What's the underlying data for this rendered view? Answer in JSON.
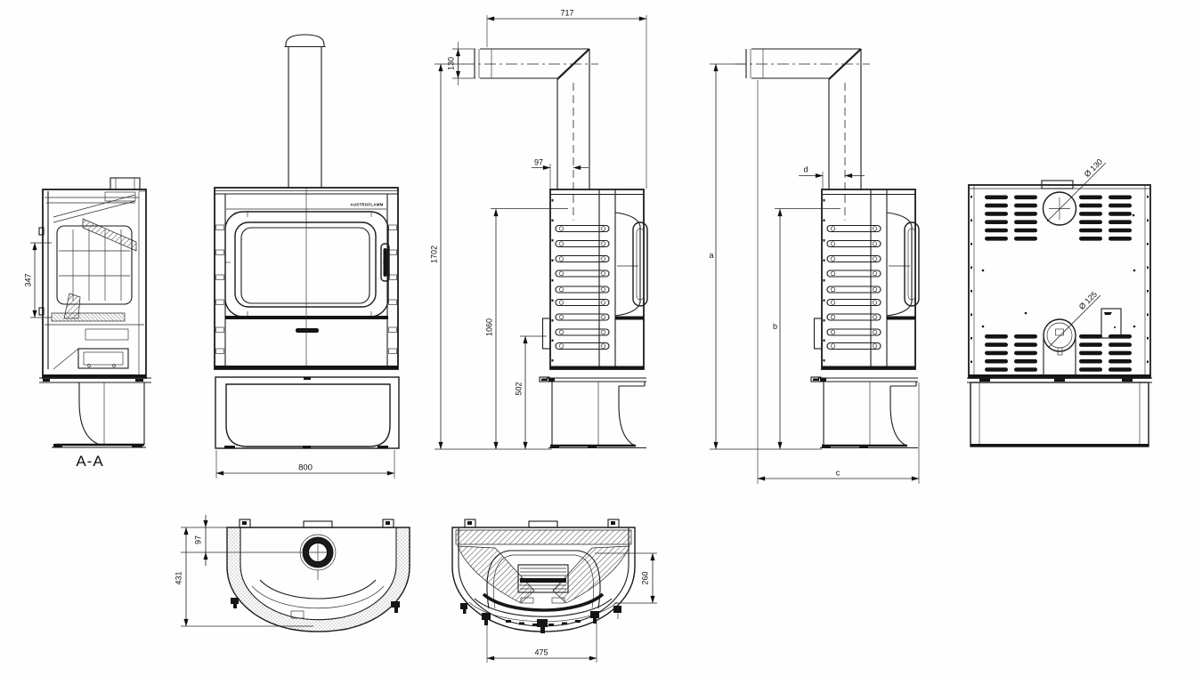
{
  "drawing": {
    "brand_label": "AUSTROFLAMM",
    "section": {
      "label": "A-A",
      "glass_height": "347"
    },
    "front": {
      "width": "800"
    },
    "side1": {
      "flue_reach": "717",
      "pipe_dia": "130",
      "flue_offset": "97",
      "total_height": "1702",
      "rear_outlet_height": "1060",
      "side_outlet_height": "502"
    },
    "side2": {
      "a": "a",
      "b": "b",
      "c": "c",
      "d": "d"
    },
    "rear": {
      "flue_dia": "Ø 130",
      "intake_dia": "Ø 125"
    },
    "plan_top": {
      "flue_center_offset": "97",
      "depth": "431"
    },
    "plan_section": {
      "depth": "260",
      "width": "475"
    }
  }
}
